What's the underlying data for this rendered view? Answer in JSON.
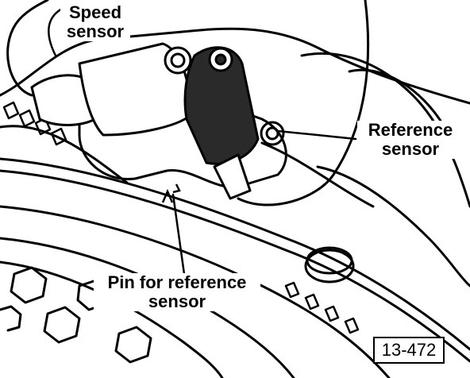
{
  "labels": {
    "speed_sensor_line1": "Speed",
    "speed_sensor_line2": "sensor",
    "reference_sensor_line1": "Reference",
    "reference_sensor_line2": "sensor",
    "pin_line1": "Pin for reference",
    "pin_line2": "sensor"
  },
  "figure_code": "13-472",
  "colors": {
    "ink": "#000000",
    "paper": "#ffffff",
    "reference_sensor_fill": "#2a2a2a"
  }
}
